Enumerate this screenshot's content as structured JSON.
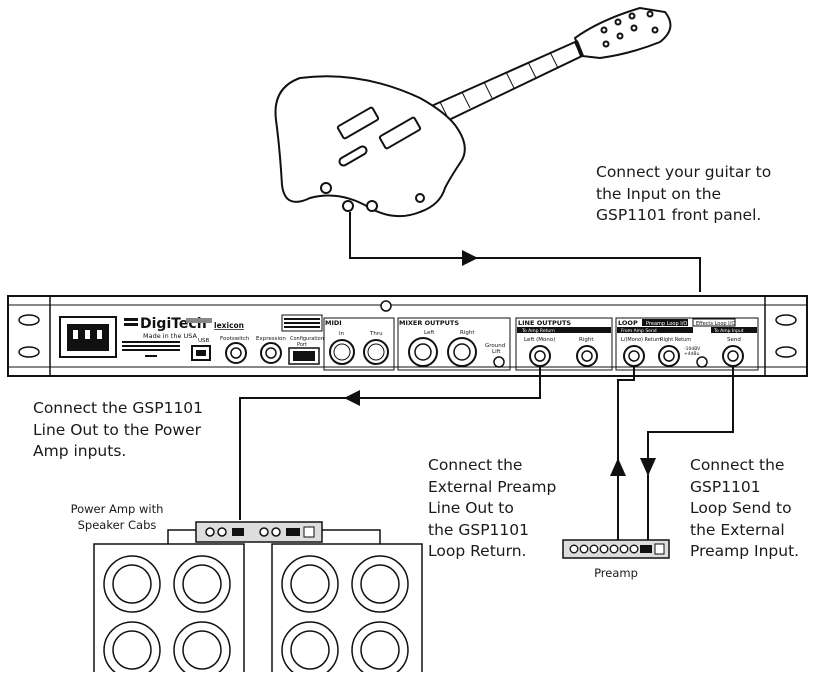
{
  "captions": {
    "guitar": "Connect your guitar to\nthe Input on the\nGSP1101 front panel.",
    "power_amp": "Connect the GSP1101\nLine Out to the Power\nAmp inputs.",
    "preamp_return": "Connect the\nExternal Preamp\nLine Out to\nthe GSP1101\nLoop Return.",
    "loop_send": "Connect the\nGSP1101\nLoop Send to\nthe External\nPreamp Input."
  },
  "devices": {
    "power_amp_label": "Power Amp with\nSpeaker Cabs",
    "preamp_label": "Preamp"
  },
  "rack": {
    "brand": "DigiTech",
    "made_in": "Made in the USA",
    "lexicon": "lexicon",
    "usb": "USB",
    "footswitch": "Footswitch",
    "expression": "Expression",
    "config_port": "Configuration\nPort",
    "midi": "MIDI",
    "midi_in": "In",
    "midi_thru": "Thru",
    "mixer_outputs": "MIXER OUTPUTS",
    "left": "Left",
    "right": "Right",
    "ground_lift": "Ground\nLift",
    "line_outputs": "LINE OUTPUTS",
    "to_amp_return": "To Amp Return",
    "left_mono": "Left (Mono)",
    "line_right": "Right",
    "loop": "LOOP",
    "preamp_loop_io": "Preamp Loop I/O",
    "effects_loop_io": "Effects Loop I/O",
    "from_amp_send": "From Amp Send",
    "to_amp_input": "To Amp Input",
    "l_mono_return": "L/(Mono) Return",
    "right_return": "Right Return",
    "level_switch": "-10dBV\n+4dBu",
    "send": "Send"
  }
}
